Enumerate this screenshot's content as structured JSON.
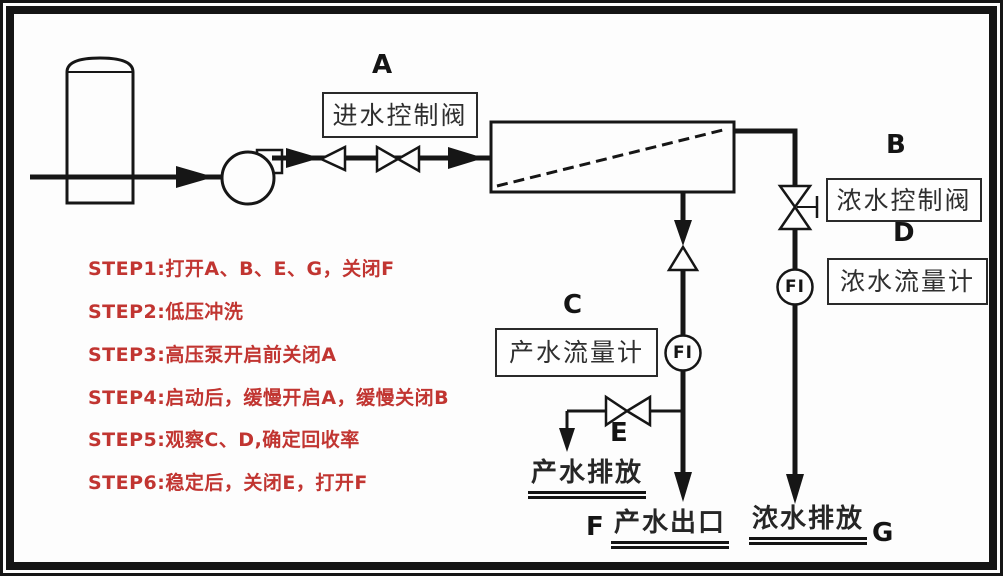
{
  "labels": {
    "a": "A",
    "a_box": "进水控制阀",
    "b": "B",
    "b_box": "浓水控制阀",
    "c": "C",
    "c_box": "产水流量计",
    "d": "D",
    "d_box": "浓水流量计",
    "e": "E",
    "f": "F",
    "f_label": "产水出口",
    "g": "G",
    "g_label": "浓水排放",
    "permeate_drain": "产水排放",
    "fi": "FI"
  },
  "steps": [
    "STEP1:打开A、B、E、G，关闭F",
    "STEP2:低压冲洗",
    "STEP3:高压泵开启前关闭A",
    "STEP4:启动后，缓慢开启A，缓慢关闭B",
    "STEP5:观察C、D,确定回收率",
    "STEP6:稳定后，关闭E，打开F"
  ],
  "colors": {
    "line": "#161616",
    "step_text": "#c13531"
  }
}
